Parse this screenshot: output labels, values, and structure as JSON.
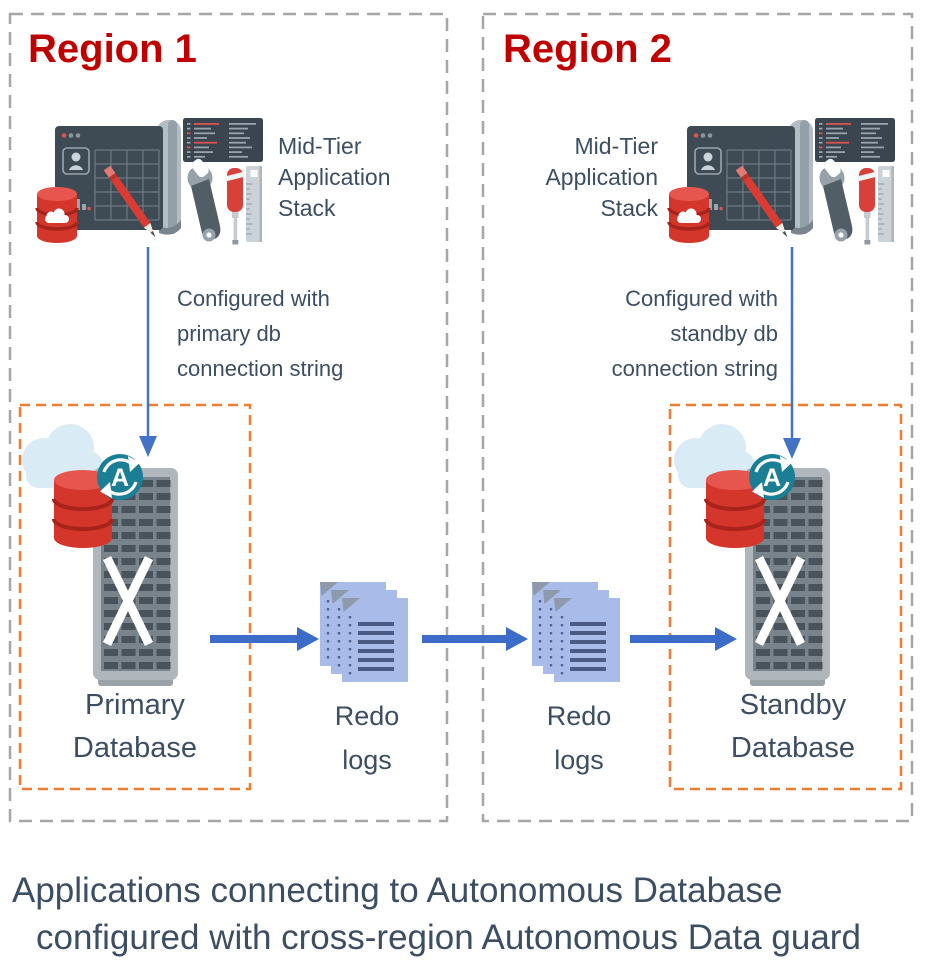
{
  "colors": {
    "region_title_red": "#C00000",
    "body_text": "#3C4E63",
    "connector_arrow_blue": "#4472C4",
    "flow_arrow_blue": "#3A6CC8",
    "orange_boundary": "#ED7D31",
    "region_border_gray": "#A6A6A6",
    "autonomous_teal": "#1A7E95",
    "oracle_red": "#D5362C",
    "redo_doc_blue": "#A8BBE9"
  },
  "icons": {
    "autonomous_letter": "A"
  },
  "region1": {
    "title": "Region 1",
    "midtier_label": [
      "Mid-Tier",
      "Application",
      "Stack"
    ],
    "config_note": [
      "Configured with",
      "primary db",
      "connection string"
    ],
    "db_label": [
      "Primary",
      "Database"
    ]
  },
  "region2": {
    "title": "Region 2",
    "midtier_label": [
      "Mid-Tier",
      "Application",
      "Stack"
    ],
    "config_note": [
      "Configured with",
      "standby db",
      "connection string"
    ],
    "db_label": [
      "Standby",
      "Database"
    ]
  },
  "redo_logs_1": [
    "Redo",
    "logs"
  ],
  "redo_logs_2": [
    "Redo",
    "logs"
  ],
  "caption": {
    "lines": [
      "Applications connecting to Autonomous Database",
      "configured with cross-region Autonomous Data guard"
    ]
  }
}
